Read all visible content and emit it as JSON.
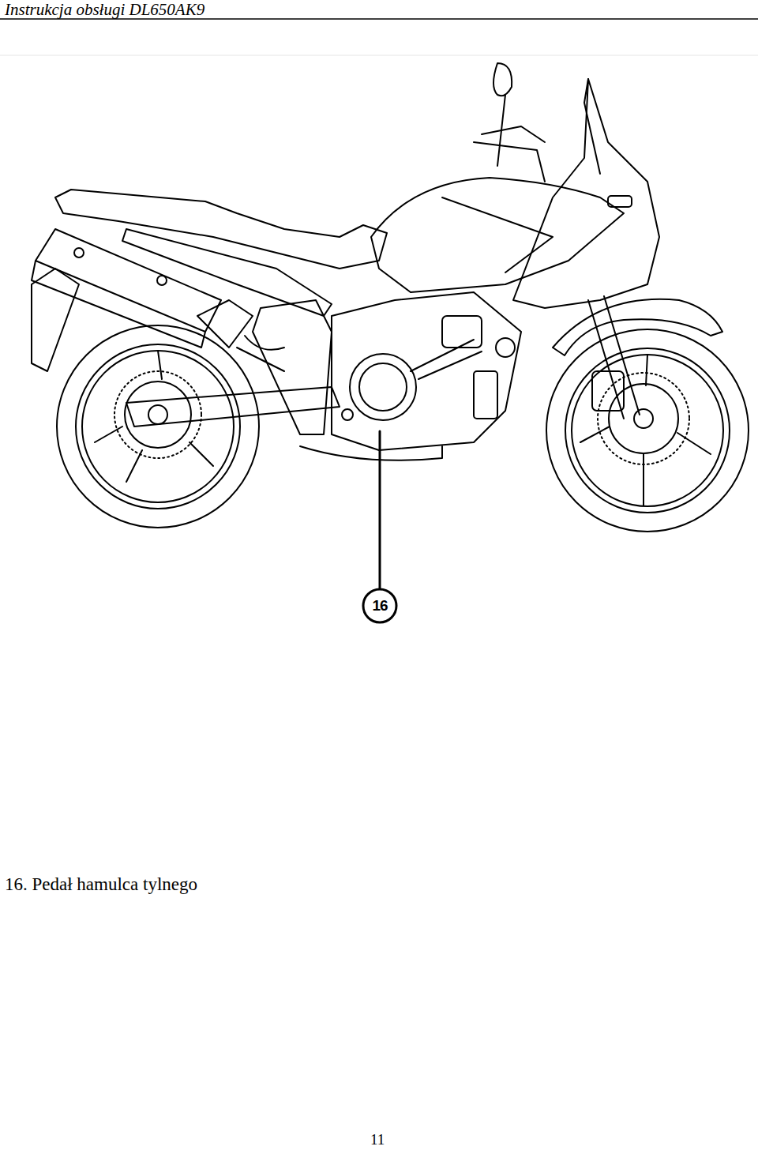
{
  "diagram": {
    "caption": "16. Pedał hamulca tylnego",
    "nodes": [
      {
        "text": [
          "16"
        ]
      }
    ],
    "labels": [
      "Instrukcja obsługi DL650AK9",
      "11"
    ]
  }
}
